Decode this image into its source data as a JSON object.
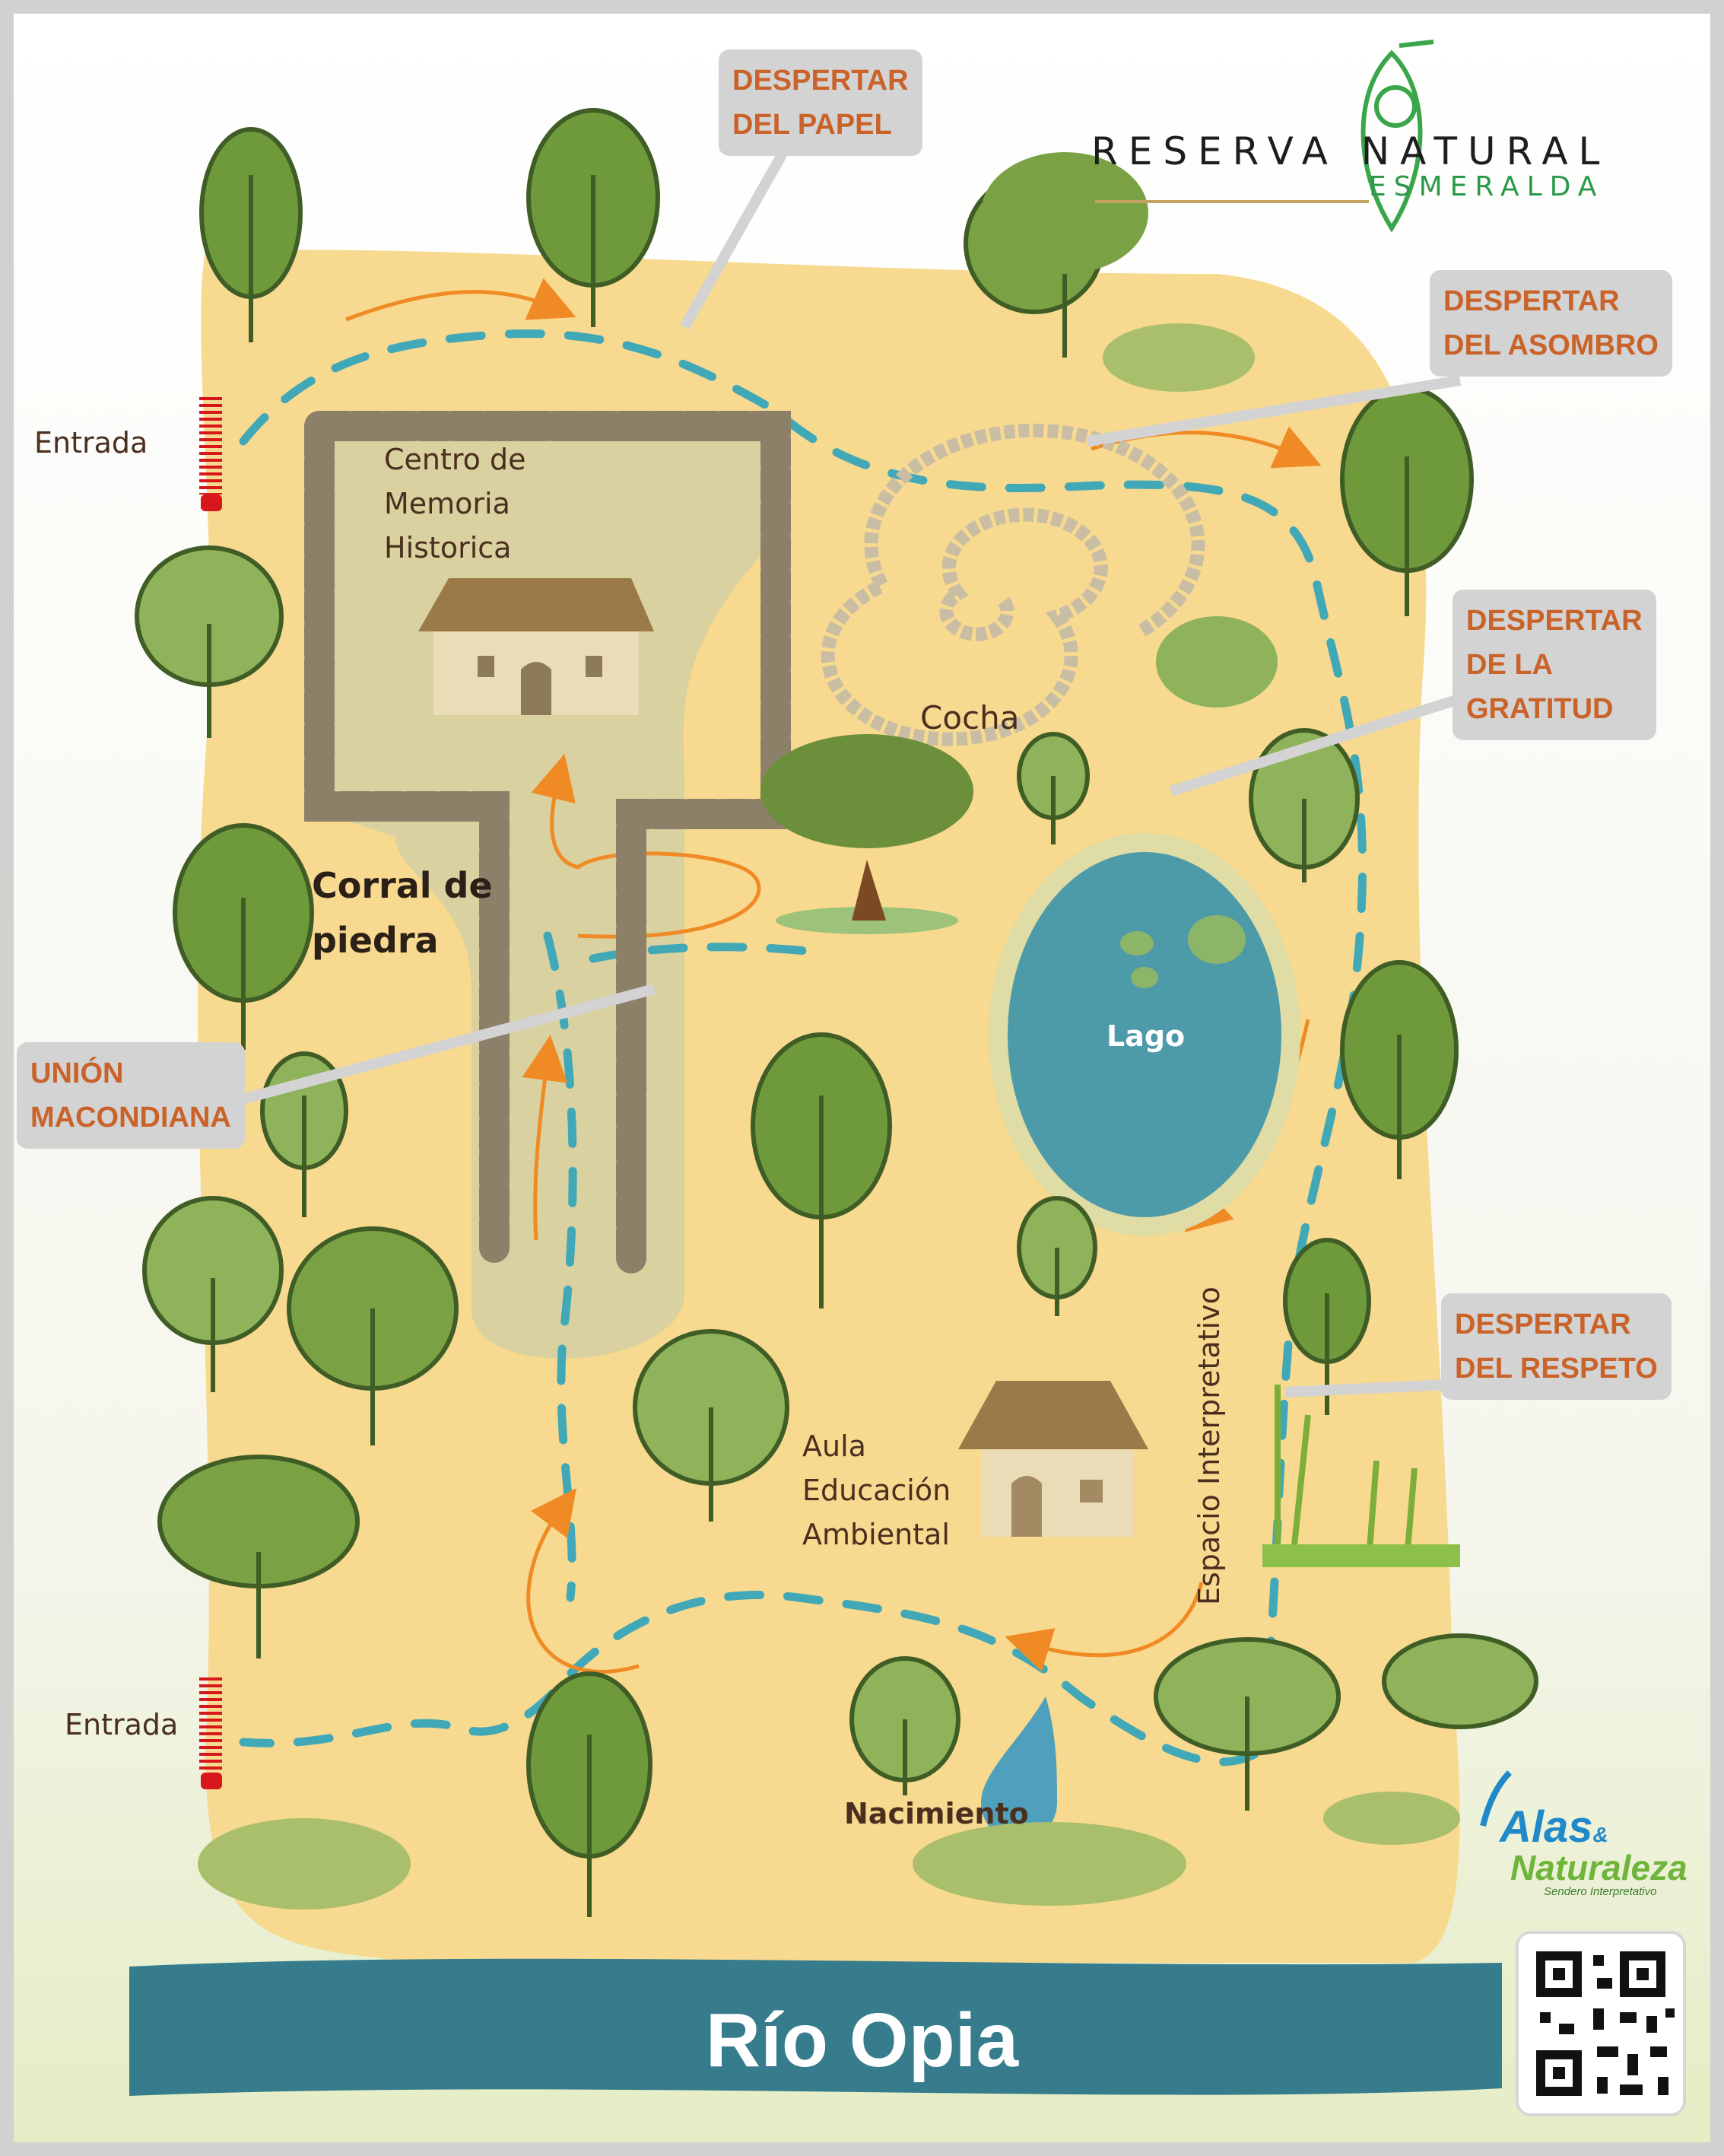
{
  "brand": {
    "name_line1": "RESERVA NATURAL",
    "name_line2": "ESMERALDA",
    "partner_name1": "Alas",
    "partner_amp": "&",
    "partner_name2": "Naturaleza",
    "partner_tagline": "Sendero Interpretativo"
  },
  "entrances": [
    "Entrada",
    "Entrada"
  ],
  "places": {
    "centro_memoria": [
      "Centro de",
      "Memoria",
      "Historica"
    ],
    "corral": [
      "Corral de",
      "piedra"
    ],
    "cocha": "Cocha",
    "lago": "Lago",
    "aula": [
      "Aula",
      "Educación",
      "Ambiental"
    ],
    "nacimiento": "Nacimiento",
    "espacio": "Espacio Interpretativo",
    "river": "Río Opia"
  },
  "callouts": {
    "papel": [
      "DESPERTAR",
      "DEL PAPEL"
    ],
    "asombro": [
      "DESPERTAR",
      "DEL ASOMBRO"
    ],
    "gratitud": [
      "DESPERTAR",
      "DE LA",
      "GRATITUD"
    ],
    "respeto": [
      "DESPERTAR",
      "DEL RESPETO"
    ],
    "macondiana": [
      "UNIÓN",
      "MACONDIANA"
    ]
  },
  "colors": {
    "ground": "#f7d98f",
    "path_dash": "#41a8b8",
    "arrow": "#f08a24",
    "lake": "#4d9aa9",
    "river": "#367c8c",
    "tree_dark": "#6f9a3c",
    "tree_light": "#93b35c",
    "callout_bg": "#d3d3d3",
    "callout_text": "#c9632a"
  },
  "icons": [
    "tree-icon",
    "house-icon",
    "water-drop-icon",
    "qr-code-icon",
    "bird-logo-icon",
    "spiral-stone-icon",
    "bamboo-icon"
  ]
}
